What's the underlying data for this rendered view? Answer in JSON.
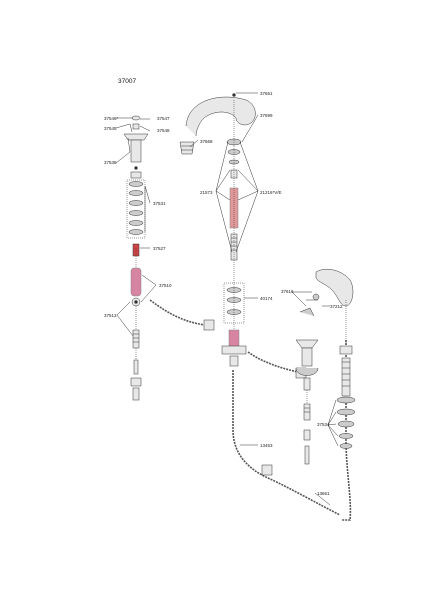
{
  "diagram": {
    "title": "37007",
    "part_labels": [
      "37651",
      "37699",
      "37546*",
      "37547",
      "37545",
      "37548",
      "37538",
      "37668",
      "21573",
      "21216*V/E",
      "37531",
      "37527",
      "37510",
      "40174",
      "37513",
      "37616",
      "37212",
      "37534",
      "13453",
      "13661"
    ]
  },
  "colors": {
    "line": "#333333",
    "part_fill": "#e8e8e8",
    "hose": "#555555",
    "dark": "#444444"
  }
}
